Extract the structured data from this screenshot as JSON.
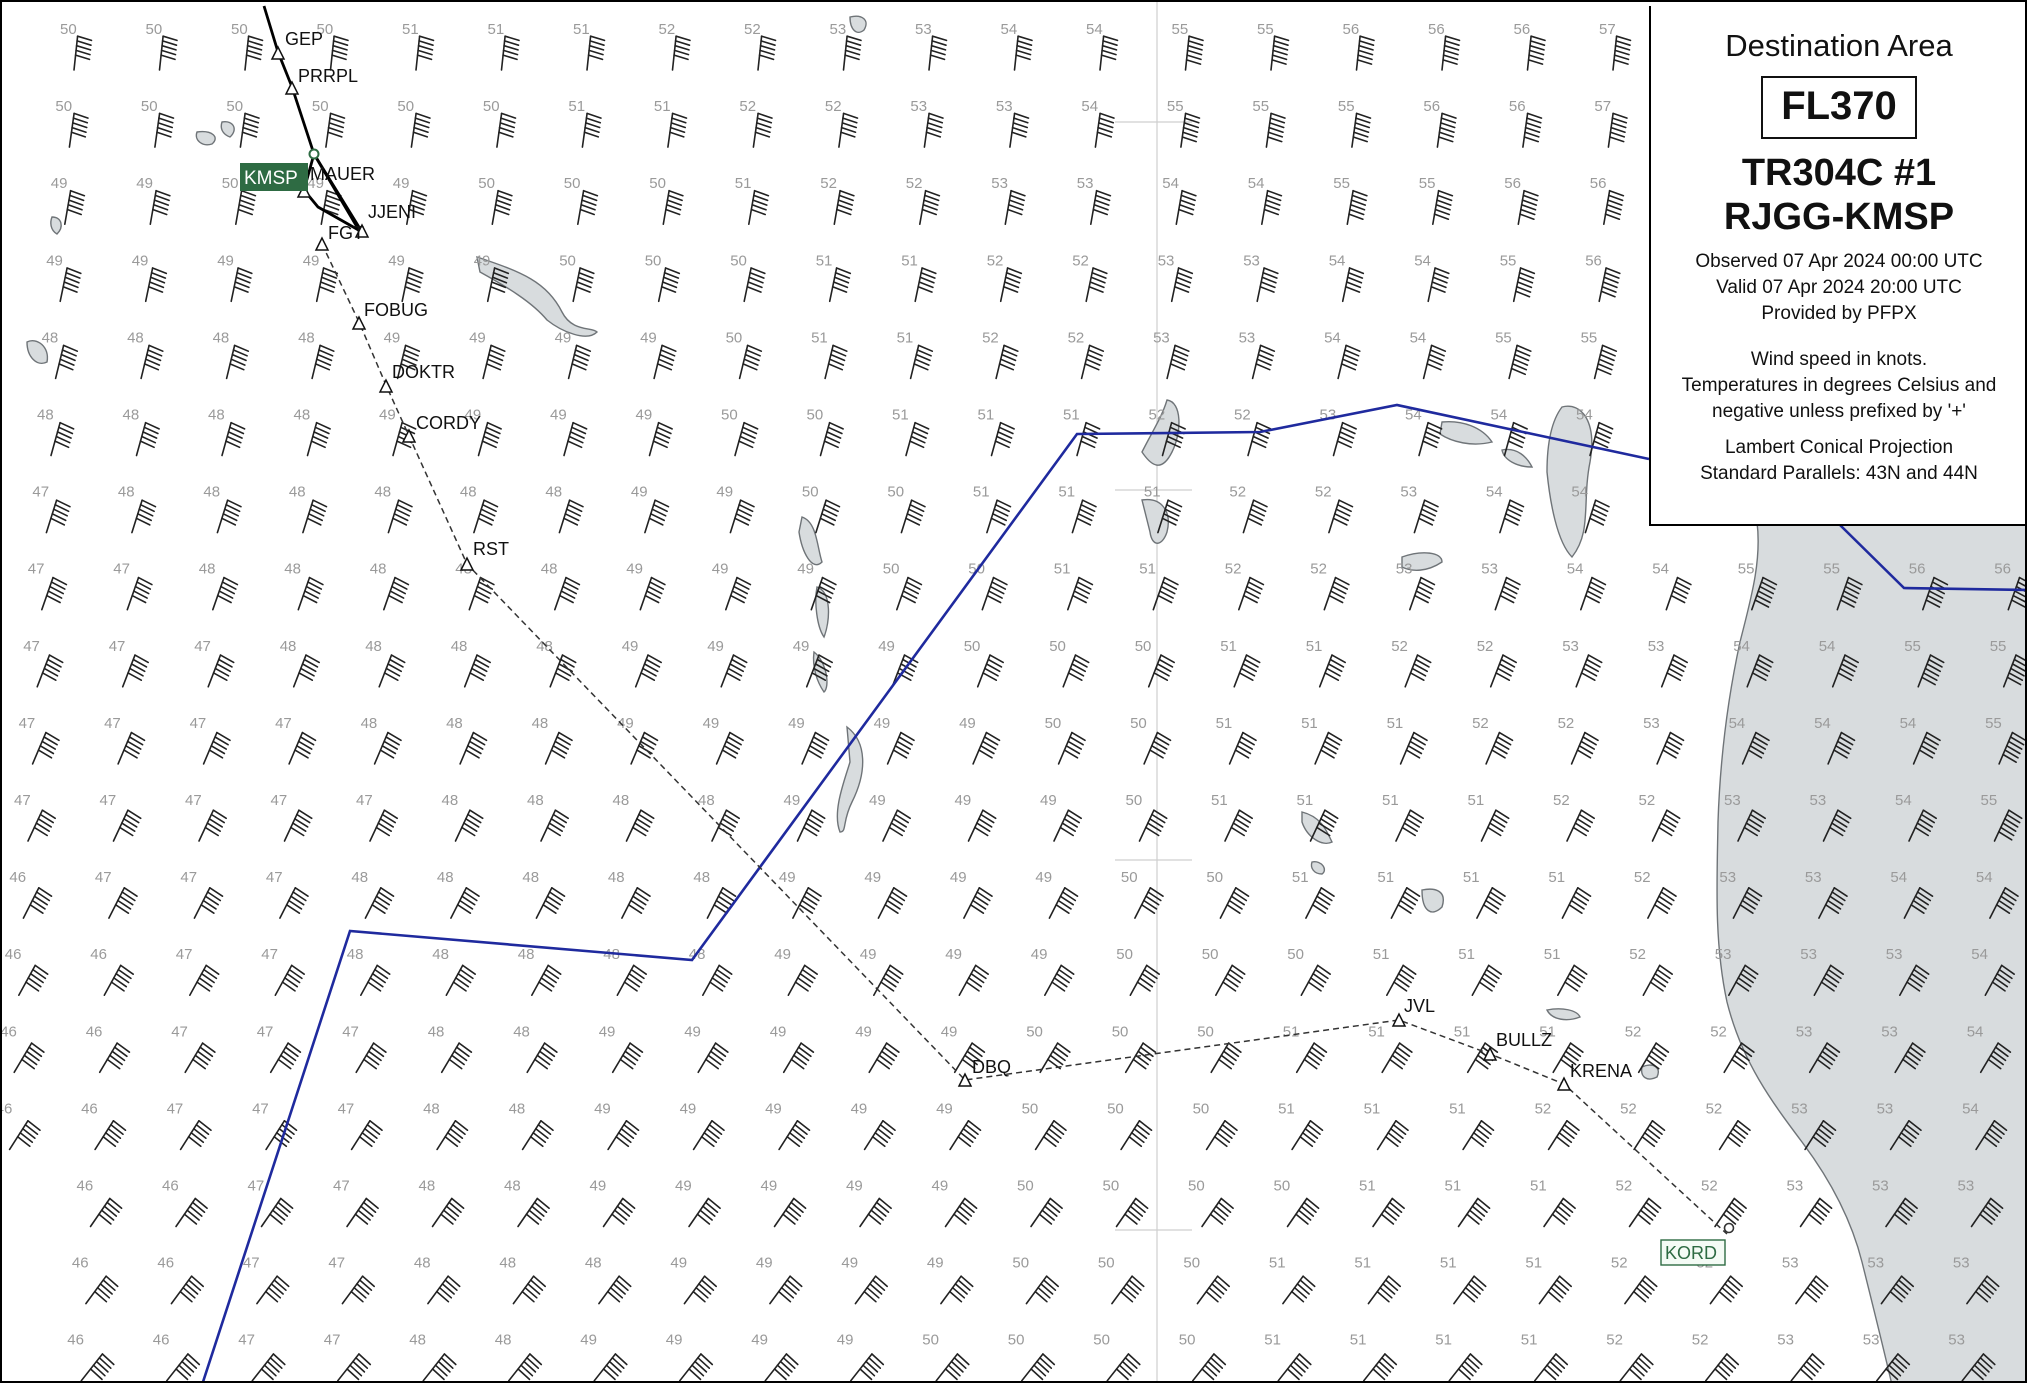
{
  "legend": {
    "title": "Destination Area",
    "flight_level": "FL370",
    "route_id": "TR304C #1",
    "city_pair": "RJGG-KMSP",
    "observed": "Observed 07 Apr 2024 00:00 UTC",
    "valid": "Valid 07 Apr 2024 20:00 UTC",
    "provider": "Provided by PFPX",
    "units_line1": "Wind speed in knots.",
    "units_line2": "Temperatures in degrees Celsius and",
    "units_line3": "negative unless prefixed by '+'",
    "projection": "Lambert Conical Projection",
    "parallels": "Standard Parallels: 43N and 44N"
  },
  "airports": {
    "origin": "KMSP",
    "alternate": "KORD"
  },
  "waypoints": [
    "GEP",
    "PRRPL",
    "MAUER",
    "JJENI",
    "FGT",
    "FOBUG",
    "DOKTR",
    "CORDY",
    "RST",
    "DBQ",
    "JVL",
    "BULLZ",
    "KRENA"
  ],
  "wind_grid": {
    "rows": [
      [
        50,
        50,
        50,
        50,
        51,
        51,
        51,
        52,
        52,
        53,
        53,
        54,
        54,
        55,
        55,
        56,
        56,
        56,
        57
      ],
      [
        50,
        50,
        50,
        50,
        50,
        50,
        51,
        51,
        52,
        52,
        53,
        53,
        54,
        55,
        55,
        55,
        56,
        56,
        57
      ],
      [
        49,
        49,
        50,
        49,
        49,
        50,
        50,
        50,
        51,
        52,
        52,
        53,
        53,
        54,
        54,
        55,
        55,
        56,
        56
      ],
      [
        49,
        49,
        49,
        49,
        49,
        49,
        50,
        50,
        50,
        51,
        51,
        52,
        52,
        53,
        53,
        54,
        54,
        55,
        56
      ],
      [
        48,
        48,
        48,
        48,
        49,
        49,
        49,
        49,
        50,
        51,
        51,
        52,
        52,
        53,
        53,
        54,
        54,
        55,
        55
      ],
      [
        48,
        48,
        48,
        48,
        49,
        49,
        49,
        49,
        50,
        50,
        51,
        51,
        51,
        52,
        52,
        53,
        54,
        54,
        54
      ],
      [
        47,
        48,
        48,
        48,
        48,
        48,
        48,
        49,
        49,
        50,
        50,
        51,
        51,
        51,
        52,
        52,
        53,
        54,
        54
      ],
      [
        47,
        47,
        48,
        48,
        48,
        48,
        48,
        49,
        49,
        49,
        50,
        50,
        51,
        51,
        52,
        52,
        53,
        53,
        54,
        54,
        55,
        55,
        56,
        56
      ],
      [
        47,
        47,
        47,
        48,
        48,
        48,
        48,
        49,
        49,
        49,
        49,
        50,
        50,
        50,
        51,
        51,
        52,
        52,
        53,
        53,
        54,
        54,
        55,
        55
      ],
      [
        47,
        47,
        47,
        47,
        48,
        48,
        48,
        49,
        49,
        49,
        49,
        49,
        50,
        50,
        51,
        51,
        51,
        52,
        52,
        53,
        54,
        54,
        54,
        55
      ],
      [
        47,
        47,
        47,
        47,
        47,
        48,
        48,
        48,
        48,
        49,
        49,
        49,
        49,
        50,
        51,
        51,
        51,
        51,
        52,
        52,
        53,
        53,
        54,
        55
      ],
      [
        46,
        47,
        47,
        47,
        48,
        48,
        48,
        48,
        48,
        49,
        49,
        49,
        49,
        50,
        50,
        51,
        51,
        51,
        51,
        52,
        53,
        53,
        54,
        54
      ],
      [
        46,
        46,
        47,
        47,
        48,
        48,
        48,
        48,
        48,
        49,
        49,
        49,
        49,
        50,
        50,
        50,
        51,
        51,
        51,
        52,
        53,
        53,
        53,
        54
      ],
      [
        46,
        46,
        47,
        47,
        47,
        48,
        48,
        49,
        49,
        49,
        49,
        49,
        50,
        50,
        50,
        51,
        51,
        51,
        51,
        52,
        52,
        53,
        53,
        54
      ],
      [
        46,
        46,
        47,
        47,
        47,
        48,
        48,
        49,
        49,
        49,
        49,
        49,
        50,
        50,
        50,
        51,
        51,
        51,
        52,
        52,
        52,
        53,
        53,
        54
      ],
      [
        46,
        46,
        46,
        47,
        47,
        48,
        48,
        49,
        49,
        49,
        49,
        49,
        50,
        50,
        50,
        50,
        51,
        51,
        51,
        52,
        52,
        53,
        53,
        53
      ],
      [
        46,
        46,
        46,
        47,
        47,
        48,
        48,
        48,
        49,
        49,
        49,
        49,
        50,
        50,
        50,
        51,
        51,
        51,
        51,
        52,
        52,
        53,
        53,
        53
      ],
      [
        46,
        46,
        46,
        47,
        47,
        48,
        48,
        49,
        49,
        49,
        49,
        50,
        50,
        50,
        50,
        51,
        51,
        51,
        51,
        52,
        52,
        53,
        53,
        53
      ]
    ]
  }
}
